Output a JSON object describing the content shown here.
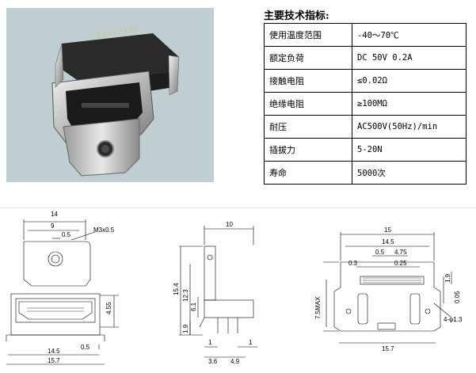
{
  "spec": {
    "title": "主要技术指标:",
    "rows": [
      {
        "label": "使用温度范围",
        "value": "-40～70℃"
      },
      {
        "label": "额定负荷",
        "value": "DC 50V 0.2A"
      },
      {
        "label": "接触电阻",
        "value": "≤0.02Ω"
      },
      {
        "label": "绝缘电阻",
        "value": "≥100MΩ"
      },
      {
        "label": "耐压",
        "value": "AC500V(50Hz)/min"
      },
      {
        "label": "插拔力",
        "value": "5-20N"
      },
      {
        "label": "寿命",
        "value": "5000次"
      }
    ]
  },
  "drawing": {
    "left": {
      "d14": "14",
      "d9": "9",
      "d05a": "0.5",
      "m3": "M3x0.5",
      "d455": "4.55",
      "d145": "14.5",
      "d05b": "0.5",
      "d157": "15.7"
    },
    "middle": {
      "d10": "10",
      "d154": "15.4",
      "d123": "12.3",
      "d61": "6.1",
      "d19": "1.9",
      "d1a": "1",
      "d1b": "1",
      "d36": "3.6",
      "d49": "4.9"
    },
    "right": {
      "d15": "15",
      "d145": "14.5",
      "d05": "0.5",
      "d475": "4.75",
      "d03": "0.3",
      "d025": "0.25",
      "d19": "1.9",
      "d005": "0.05",
      "d75max": "7.5MAX",
      "dphi": "4-φ1.3",
      "d157": "15.7"
    }
  }
}
